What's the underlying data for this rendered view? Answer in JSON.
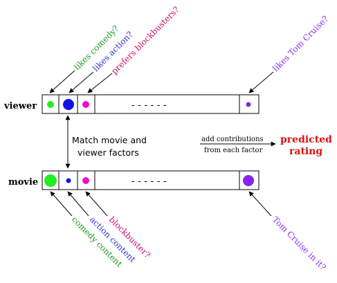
{
  "rows": {
    "viewer_label": "viewer",
    "movie_label": "movie",
    "ellipsis": "- - - - - -"
  },
  "viewer_annotations": {
    "comedy": "likes comedy?",
    "action": "likes action?",
    "blockbusters": "prefers blockbusters?",
    "tom_cruise": "likes Tom Cruise?"
  },
  "movie_annotations": {
    "comedy": "comedy content",
    "action": "action content",
    "blockbuster": "blockbuster?",
    "tom_cruise": "Tom Cruise in it?"
  },
  "match": {
    "line1": "Match movie and",
    "line2": "viewer factors"
  },
  "combine": {
    "line1": "add contributions",
    "line2": "from each factor"
  },
  "result": {
    "line1": "predicted",
    "line2": "rating"
  },
  "colors": {
    "comedy": "#22ee22",
    "action": "#1111ee",
    "blockbuster": "#ee11cc",
    "tom_cruise": "#8822ee",
    "predicted": "#dd1111",
    "comedy_text": "#229922",
    "action_text": "#3333dd",
    "blockbuster_text": "#cc1166",
    "tom_cruise_text": "#8833ee"
  }
}
